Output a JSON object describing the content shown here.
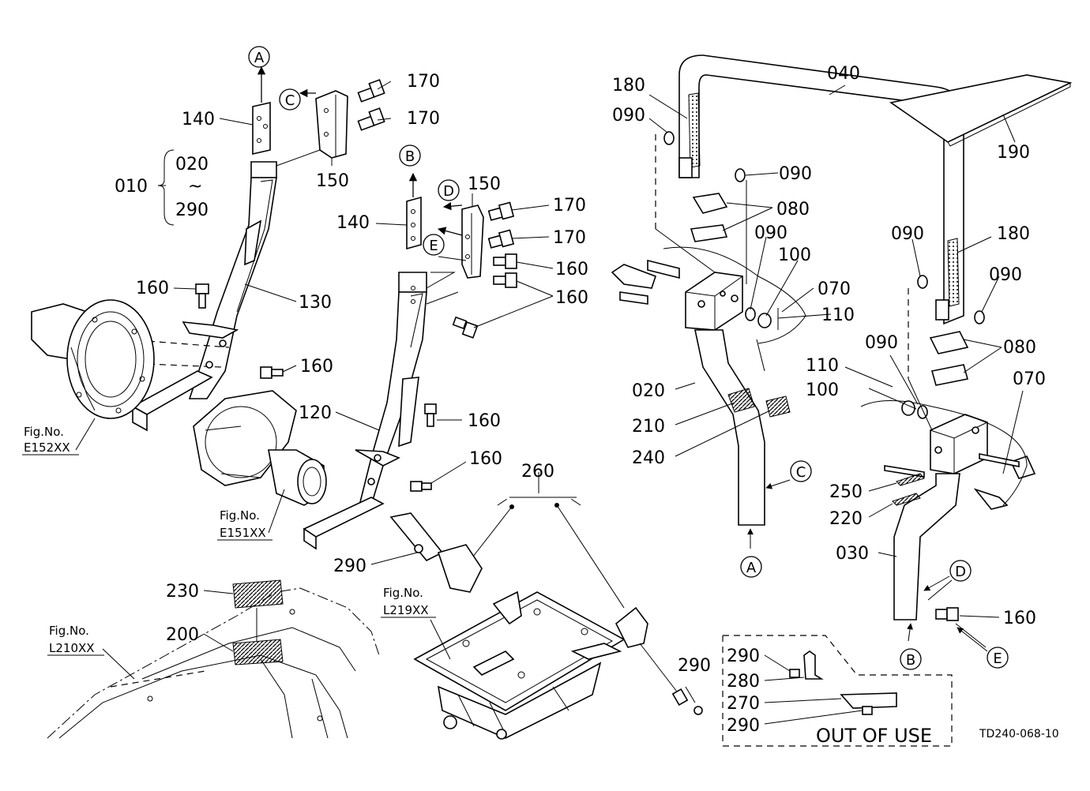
{
  "diagram": {
    "drawing_code": "TD240-068-10",
    "parts": {
      "p010": "010",
      "p020_range_start": "020",
      "p290_range_end": "290",
      "tilde": "~",
      "p020": "020",
      "p030": "030",
      "p040": "040",
      "p070_a": "070",
      "p070_b": "070",
      "p080_a": "080",
      "p080_b": "080",
      "p090_a": "090",
      "p090_b": "090",
      "p090_c": "090",
      "p090_d": "090",
      "p090_e": "090",
      "p100_a": "100",
      "p100_b": "100",
      "p110_a": "110",
      "p110_b": "110",
      "p120": "120",
      "p130": "130",
      "p140_a": "140",
      "p140_b": "140",
      "p150_a": "150",
      "p150_b": "150",
      "p160_a": "160",
      "p160_b": "160",
      "p160_c": "160",
      "p160_d": "160",
      "p160_e": "160",
      "p160_f": "160",
      "p160_g": "160",
      "p170_a": "170",
      "p170_b": "170",
      "p170_c": "170",
      "p170_d": "170",
      "p180_a": "180",
      "p180_b": "180",
      "p190": "190",
      "p200": "200",
      "p210": "210",
      "p220": "220",
      "p230": "230",
      "p240": "240",
      "p250": "250",
      "p260": "260",
      "p270": "270",
      "p280": "280",
      "p290_a": "290",
      "p290_b": "290",
      "p290_c": "290",
      "p290_d": "290"
    },
    "markers": {
      "A_top": "A",
      "A_bottom": "A",
      "B_top": "B",
      "B_bottom": "B",
      "C_top": "C",
      "C_right": "C",
      "D_top": "D",
      "D_bottom": "D",
      "E_top": "E",
      "E_bottom": "E"
    },
    "fig_refs": {
      "e152_label": "Fig.No.",
      "e152_code": "E152XX",
      "e151_label": "Fig.No.",
      "e151_code": "E151XX",
      "l210_label": "Fig.No.",
      "l210_code": "L210XX",
      "l219_label": "Fig.No.",
      "l219_code": "L219XX"
    },
    "out_of_use_label": "OUT OF USE"
  }
}
